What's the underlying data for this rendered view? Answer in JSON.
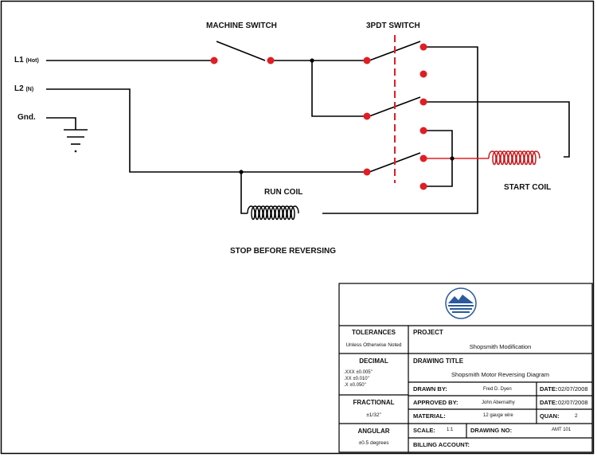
{
  "labels": {
    "machine_switch": "MACHINE SWITCH",
    "pdt_switch": "3PDT SWITCH",
    "l1": "L1",
    "l1_sub": "(Hot)",
    "l2": "L2",
    "l2_sub": "(N)",
    "gnd": "Gnd.",
    "run_coil": "RUN COIL",
    "start_coil": "START COIL",
    "stop_before_reversing": "STOP BEFORE REVERSING"
  },
  "title_block": {
    "tolerances": "TOLERANCES",
    "tolerances_note": "Unless Otherwise Noted",
    "decimal": "DECIMAL",
    "decimal_xxx": ".XXX ±0.005\"",
    "decimal_xx": ".XX    ±0.010\"",
    "decimal_x": ".X     ±0.050\"",
    "fractional": "FRACTIONAL",
    "fractional_value": "±1/32\"",
    "angular": "ANGULAR",
    "angular_value": "±0.5 degrees",
    "project_label": "PROJECT",
    "project_value": "Shopsmith Modification",
    "drawing_title_label": "DRAWING TITLE",
    "drawing_title_value": "Shopsmith Motor Reversing Diagram",
    "drawn_by_label": "DRAWN BY:",
    "drawn_by_value": "Fred D. Dyen",
    "date_label_1": "DATE:",
    "date_value_1": "02/07/2008",
    "approved_by_label": "APPROVED BY:",
    "approved_by_value": "John Abernathy",
    "date_label_2": "DATE:",
    "date_value_2": "02/07/2008",
    "material_label": "MATERIAL:",
    "material_value": "12 gauge wire",
    "quan_label": "QUAN:",
    "quan_value": "2",
    "scale_label": "SCALE:",
    "scale_value": "1:1",
    "drawing_no_label": "DRAWING NO:",
    "drawing_no_value": "AMT 101",
    "billing_label": "BILLING ACCOUNT:"
  },
  "colors": {
    "wire": "#000000",
    "terminal": "#e01e24",
    "coil": "#c81e22",
    "divider": "#e01e24",
    "heading_red": "#d8232a",
    "logo_blue": "#2a5a9c"
  }
}
